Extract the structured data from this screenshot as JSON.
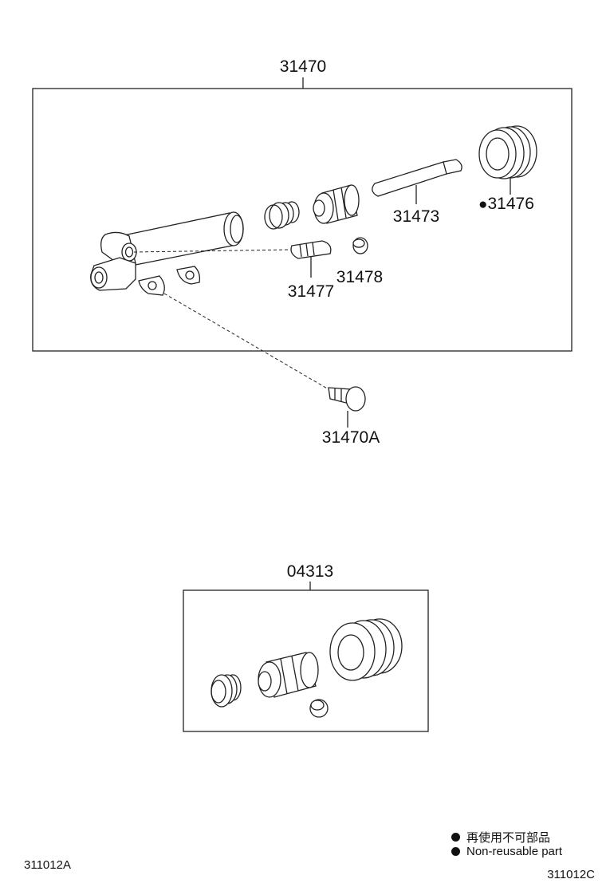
{
  "callouts": {
    "assembly": "31470",
    "nonreusable_marker": "●",
    "boot": "31476",
    "push_rod": "31473",
    "bleeder": "31477",
    "cap": "31478",
    "union_bolt": "31470A",
    "kit": "04313"
  },
  "legend": {
    "jp_label": "再使用不可部品",
    "en_label": "Non-reusable part"
  },
  "footer": {
    "left_code": "311012A",
    "right_code": "311012C"
  }
}
